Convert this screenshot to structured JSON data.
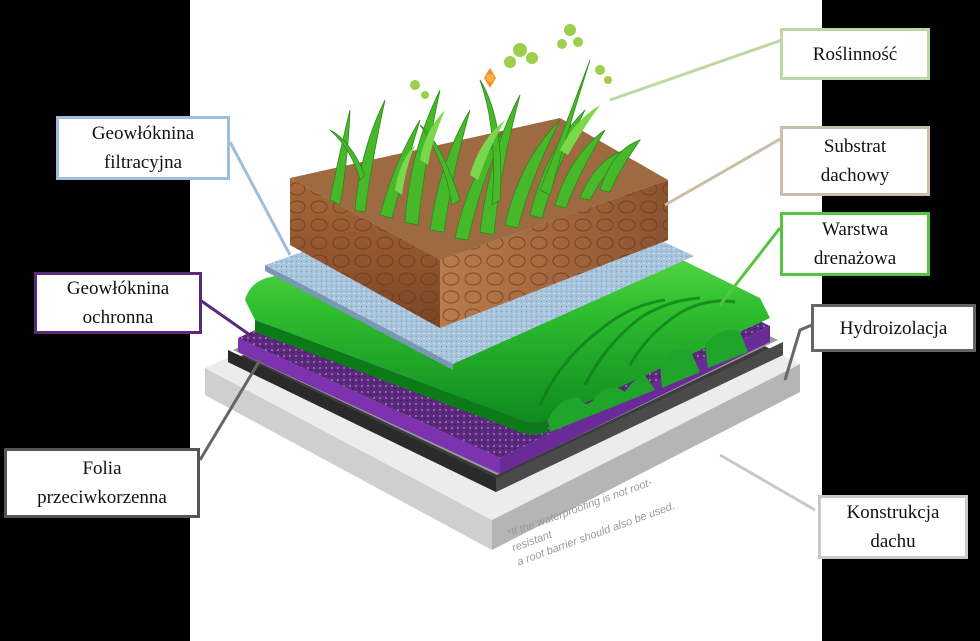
{
  "labels": {
    "vegetation": "Roślinność",
    "substrate": "Substrat\ndachowy",
    "drainage": "Warstwa\ndrenażowa",
    "waterproofing": "Hydroizolacja",
    "construction": "Konstrukcja\ndachu",
    "filter_geotextile": "Geowłóknina\nfiltracyjna",
    "protective_geotextile": "Geowłóknina\nochronna",
    "root_barrier": "Folia\nprzeciwkorzenna"
  },
  "footnote": "*If the waterproofing is not root-resistant\na root barrier should also be used.",
  "colors": {
    "vegetation": "#a9c98a",
    "substrate": "#b6a98a",
    "drainage": "#4fc43f",
    "waterproofing": "#555555",
    "construction": "#bdbdbd",
    "filter_geotextile": "#8fb3d6",
    "protective_geotextile": "#5c2a7a",
    "root_barrier": "#555555"
  }
}
